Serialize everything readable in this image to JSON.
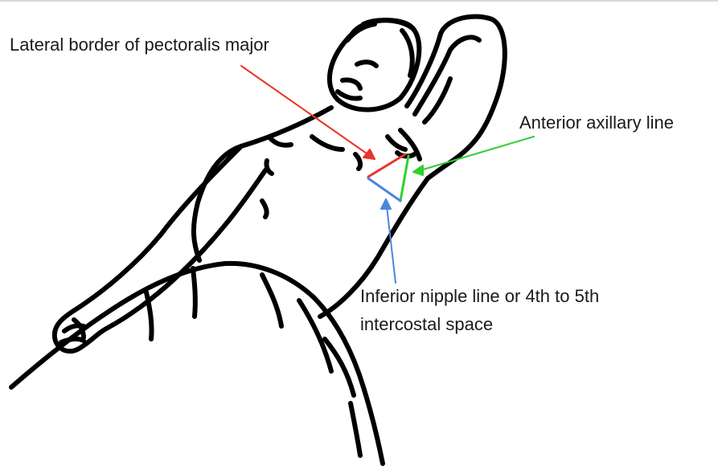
{
  "labels": {
    "pectoralis": "Lateral border of pectoralis major",
    "axillary": "Anterior axillary line",
    "nipple_line1": "Inferior nipple line or 4th to 5th",
    "nipple_line2": "intercostal space"
  },
  "colors": {
    "pectoralis": "#e8342a",
    "axillary": "#2fd02f",
    "nipple": "#4a86e0",
    "ink": "#000000"
  }
}
